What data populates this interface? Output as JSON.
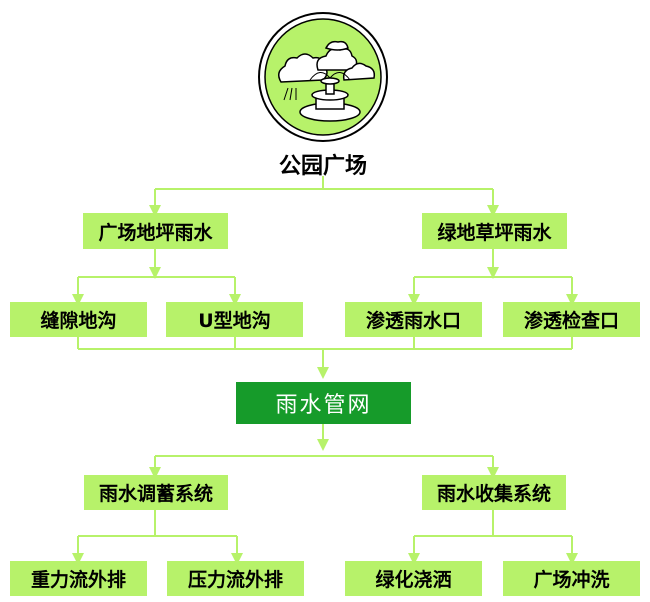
{
  "colors": {
    "node_fill": "#b7f26a",
    "connector": "#b7f26a",
    "core_fill": "#169b2a",
    "core_text": "#ffffff"
  },
  "root": {
    "label": "公园广场",
    "icon": "park-fountain-icon"
  },
  "level1": [
    {
      "id": "plaza-ground-rain",
      "label": "广场地坪雨水"
    },
    {
      "id": "green-lawn-rain",
      "label": "绿地草坪雨水"
    }
  ],
  "level2": [
    {
      "id": "slot-drain",
      "label": "缝隙地沟"
    },
    {
      "id": "u-drain",
      "label": "U型地沟"
    },
    {
      "id": "seepage-inlet",
      "label": "渗透雨水口"
    },
    {
      "id": "seepage-inspection",
      "label": "渗透检查口"
    }
  ],
  "core": {
    "label": "雨水管网"
  },
  "level3": [
    {
      "id": "storage-system",
      "label": "雨水调蓄系统"
    },
    {
      "id": "collection-system",
      "label": "雨水收集系统"
    }
  ],
  "level4": [
    {
      "id": "gravity-discharge",
      "label": "重力流外排"
    },
    {
      "id": "pressure-discharge",
      "label": "压力流外排"
    },
    {
      "id": "green-irrigation",
      "label": "绿化浇洒"
    },
    {
      "id": "plaza-flushing",
      "label": "广场冲洗"
    }
  ]
}
